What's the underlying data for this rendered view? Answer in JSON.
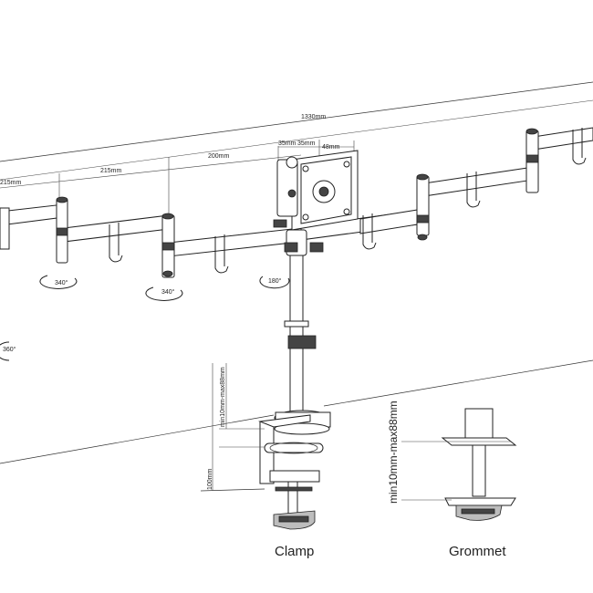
{
  "dimensions": {
    "total_width": "1330mm",
    "arm_segment_left": "215mm",
    "arm_segment_1": "215mm",
    "arm_segment_2": "200mm",
    "vesa_offset_a": "35mm",
    "vesa_offset_b": "35mm",
    "vesa_offset_c": "48mm",
    "clamp_range": "min10mm-max88mm",
    "clamp_depth": "100mm",
    "grommet_range": "min10mm-max88mm"
  },
  "rotation_labels": {
    "left_joint": "340°",
    "middle_joint": "340°",
    "head_tilt": "180°",
    "pole_rotation": "360°"
  },
  "captions": {
    "clamp": "Clamp",
    "grommet": "Grommet"
  }
}
